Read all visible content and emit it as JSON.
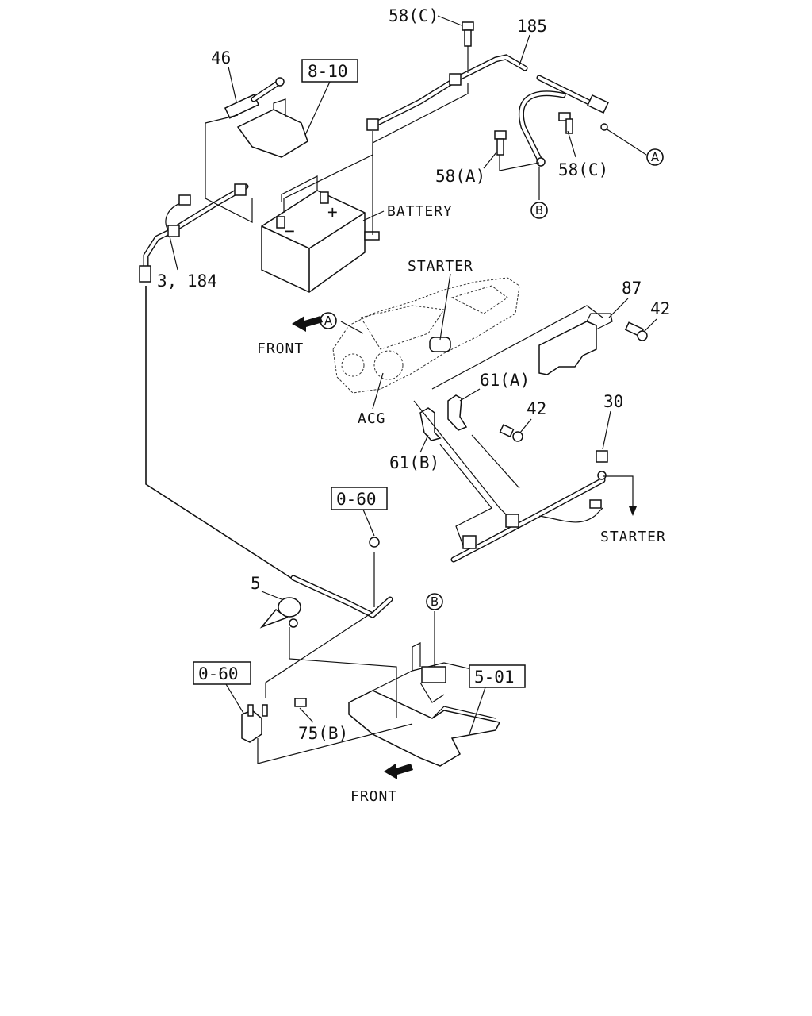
{
  "labels": {
    "p58c_top": "58(C)",
    "p185": "185",
    "p46": "46",
    "ref_8_10": "8-10",
    "battery": "BATTERY",
    "p58a": "58(A)",
    "p58c_right": "58(C)",
    "p3_184": "3, 184",
    "starter_top": "STARTER",
    "front_top": "FRONT",
    "p87": "87",
    "p42_top": "42",
    "p61a": "61(A)",
    "p42_mid": "42",
    "acg": "ACG",
    "p61b": "61(B)",
    "p30": "30",
    "starter_right": "STARTER",
    "ref_0_60_top": "0-60",
    "p5": "5",
    "ref_0_60_bottom": "0-60",
    "ref_5_01": "5-01",
    "p75b": "75(B)",
    "front_bottom": "FRONT",
    "battery_plus": "+",
    "battery_minus": "−"
  },
  "callouts": {
    "a_upper": "A",
    "a_engine": "A",
    "b_upper": "B",
    "b_frame": "B"
  },
  "icons": {
    "front_arrow_top": "front-arrow-icon",
    "front_arrow_bottom": "front-arrow-icon",
    "starter_arrow": "down-arrow-icon"
  }
}
